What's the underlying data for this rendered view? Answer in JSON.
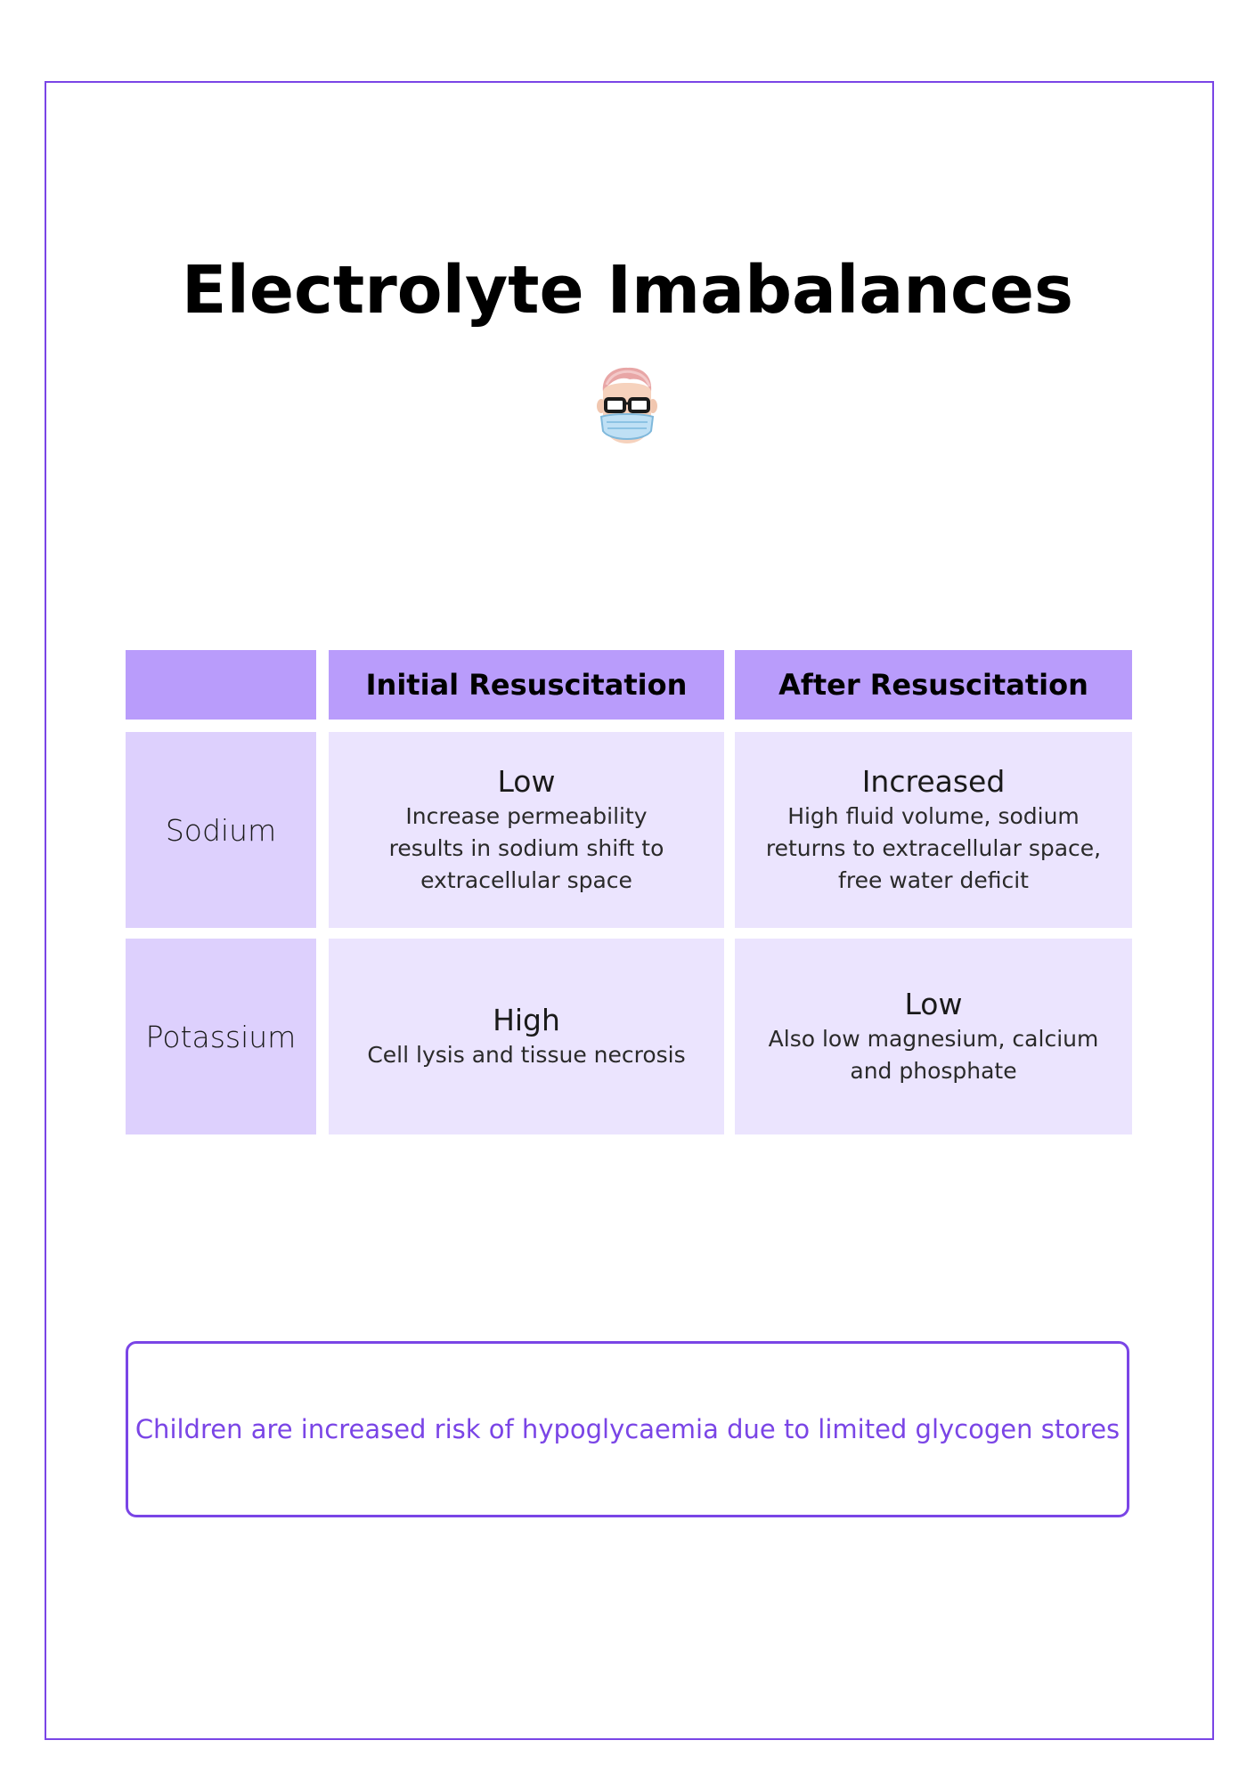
{
  "page": {
    "title": "Electrolyte Imabalances"
  },
  "colors": {
    "accent": "#7a45e6",
    "header_fill": "#b99cfb",
    "row_header_fill": "#ddd0fd",
    "cell_fill": "#ebe4fe"
  },
  "icons": {
    "avatar": "masked-doctor-avatar-icon"
  },
  "table": {
    "headers": [
      "",
      "Initial Resuscitation",
      "After Resuscitation"
    ],
    "rows": [
      {
        "label": "Sodium",
        "initial": {
          "main": "Low",
          "detail": "Increase permeability results in sodium shift to extracellular space"
        },
        "after": {
          "main": "Increased",
          "detail": "High fluid volume, sodium returns to extracellular space, free water deficit"
        }
      },
      {
        "label": "Potassium",
        "initial": {
          "main": "High",
          "detail": "Cell lysis and tissue necrosis"
        },
        "after": {
          "main": "Low",
          "detail": "Also low magnesium, calcium and phosphate"
        }
      }
    ]
  },
  "note": {
    "text": "Children are increased risk of hypoglycaemia due to limited glycogen stores"
  }
}
